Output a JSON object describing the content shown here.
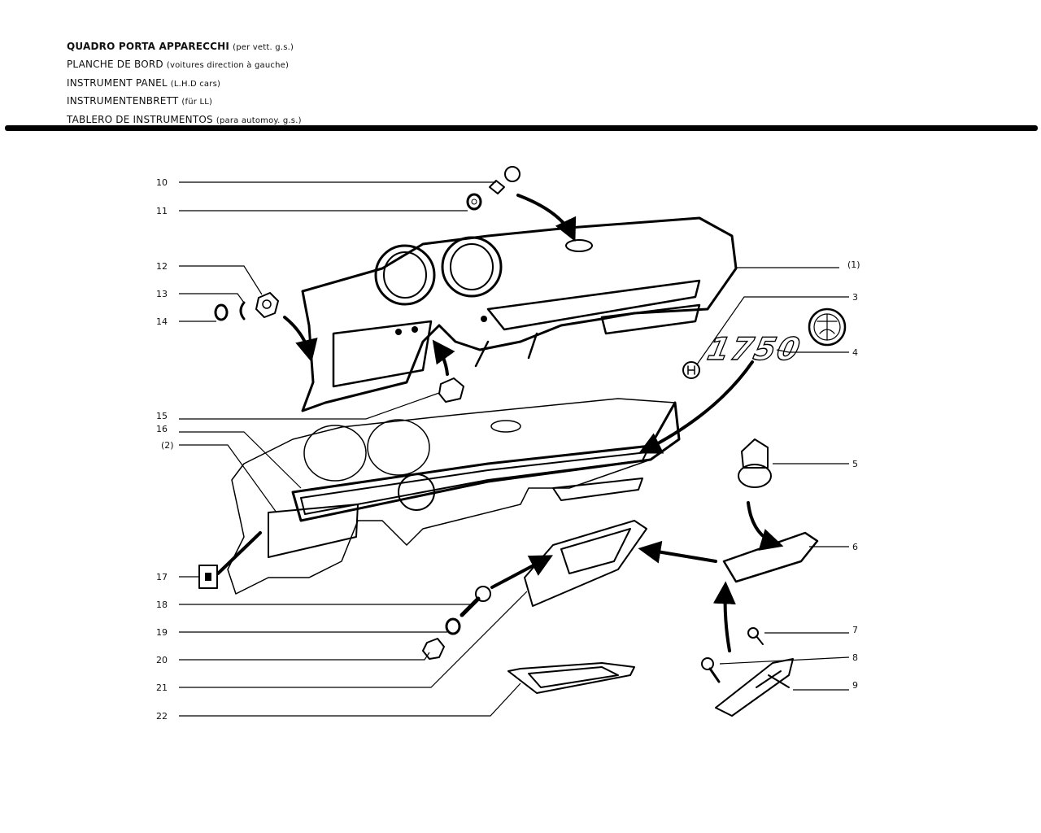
{
  "header": {
    "lines": [
      {
        "main": "QUADRO PORTA APPARECCHI",
        "sub": "(per vett. g.s.)"
      },
      {
        "main": "PLANCHE DE BORD",
        "sub": "(voitures direction à gauche)"
      },
      {
        "main": "INSTRUMENT PANEL",
        "sub": "(L.H.D cars)"
      },
      {
        "main": "INSTRUMENTENBRETT",
        "sub": "(für LL)"
      },
      {
        "main": "TABLERO DE INSTRUMENTOS",
        "sub": "(para automoy. g.s.)"
      }
    ]
  },
  "badge": {
    "text": "1750"
  },
  "callouts": {
    "c10": "10",
    "c11": "11",
    "c12": "12",
    "c13": "13",
    "c14": "14",
    "c1a": "(1)",
    "c3": "3",
    "c4": "4",
    "c15": "15",
    "c16": "16",
    "c2": "(2)",
    "c5": "5",
    "c6": "6",
    "c7": "7",
    "c8": "8",
    "c9": "9",
    "c17": "17",
    "c18": "18",
    "c19": "19",
    "c20": "20",
    "c21": "21",
    "c22": "22"
  },
  "colors": {
    "ink": "#000000",
    "paper": "#ffffff",
    "texture": "#1a1a1a"
  }
}
